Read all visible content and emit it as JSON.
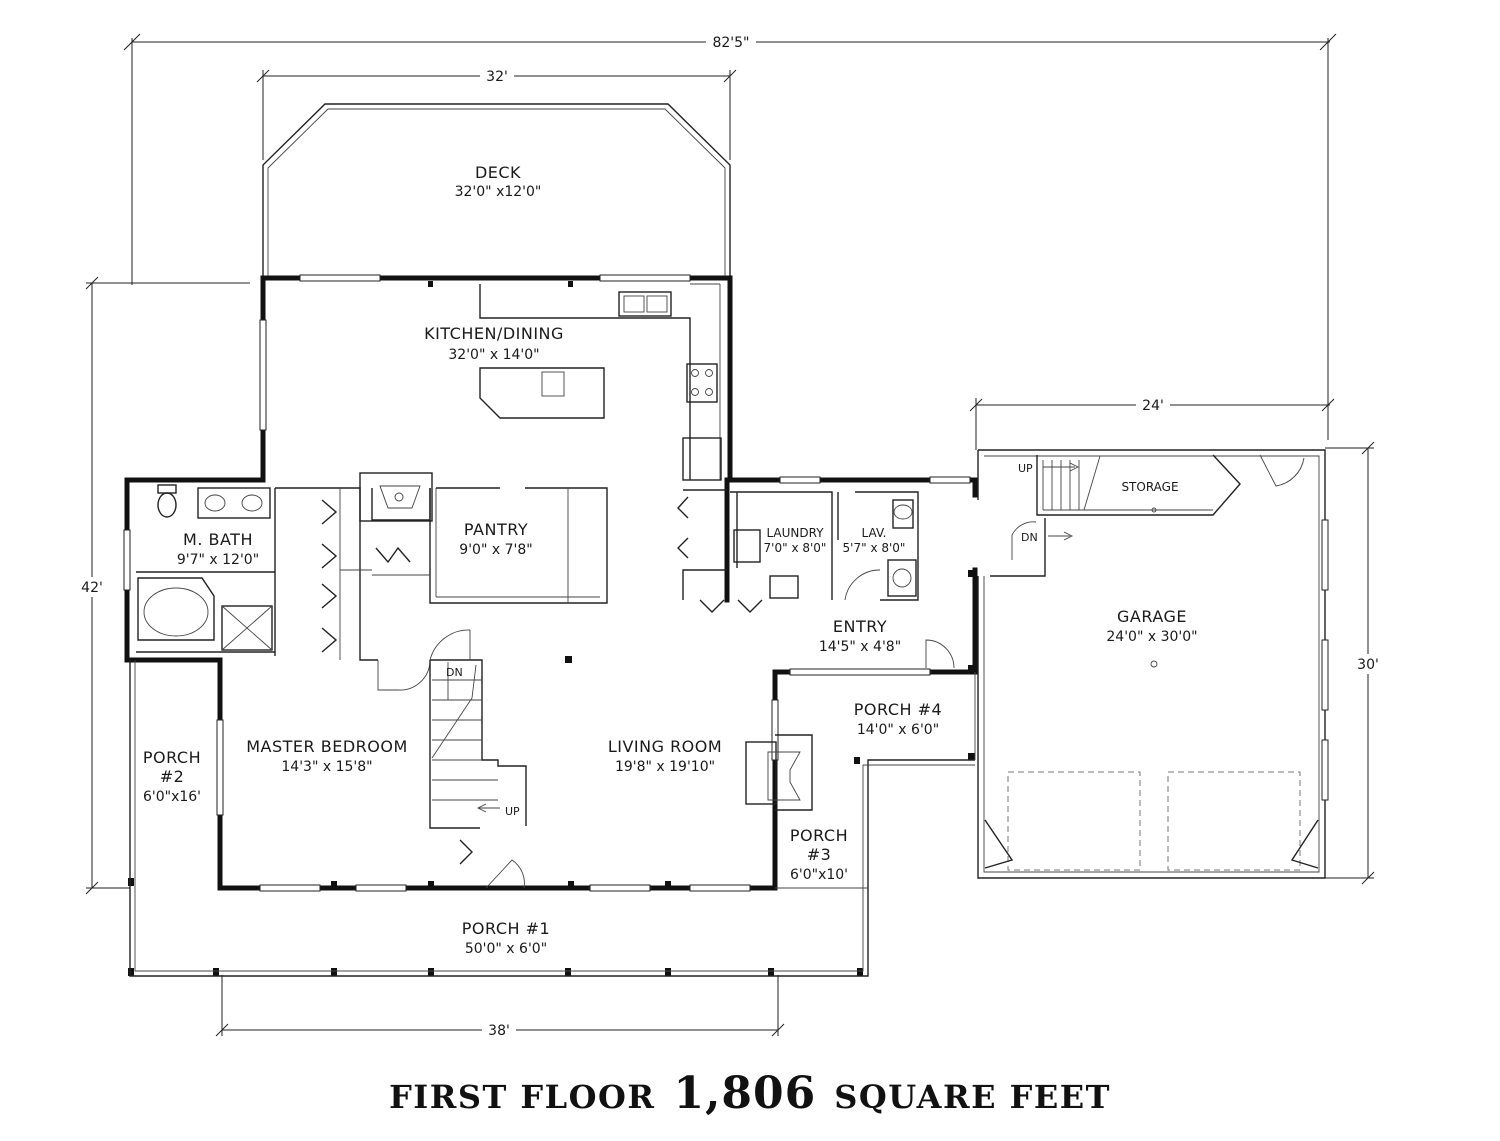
{
  "dimensions": {
    "overall_width": "82'5\"",
    "deck_width": "32'",
    "garage_width": "24'",
    "overall_depth": "42'",
    "garage_depth": "30'",
    "porch_width": "38'"
  },
  "rooms": {
    "deck": {
      "name": "DECK",
      "size": "32'0\" x12'0\""
    },
    "kitchen": {
      "name": "KITCHEN/DINING",
      "size": "32'0\" x 14'0\""
    },
    "m_bath": {
      "name": "M. BATH",
      "size": "9'7\" x 12'0\""
    },
    "pantry": {
      "name": "PANTRY",
      "size": "9'0\" x 7'8\""
    },
    "laundry": {
      "name": "LAUNDRY",
      "size": "7'0\" x 8'0\""
    },
    "lav": {
      "name": "LAV.",
      "size": "5'7\" x 8'0\""
    },
    "storage": {
      "name": "STORAGE"
    },
    "garage": {
      "name": "GARAGE",
      "size": "24'0\" x 30'0\""
    },
    "entry": {
      "name": "ENTRY",
      "size": "14'5\" x 4'8\""
    },
    "porch4": {
      "name": "PORCH #4",
      "size": "14'0\" x 6'0\""
    },
    "master_bedroom": {
      "name": "MASTER BEDROOM",
      "size": "14'3\" x 15'8\""
    },
    "living_room": {
      "name": "LIVING ROOM",
      "size": "19'8\" x 19'10\""
    },
    "porch2": {
      "name_line1": "PORCH",
      "name_line2": "#2",
      "size": "6'0\"x16'"
    },
    "porch3": {
      "name_line1": "PORCH",
      "name_line2": "#3",
      "size": "6'0\"x10'"
    },
    "porch1": {
      "name": "PORCH #1",
      "size": "50'0\" x 6'0\""
    }
  },
  "stairs": {
    "garage_up": "UP",
    "garage_dn": "DN",
    "main_dn": "DN",
    "main_up": "UP"
  },
  "title": {
    "prefix": "FIRST FLOOR",
    "area": "1,806",
    "suffix": "SQUARE FEET"
  }
}
